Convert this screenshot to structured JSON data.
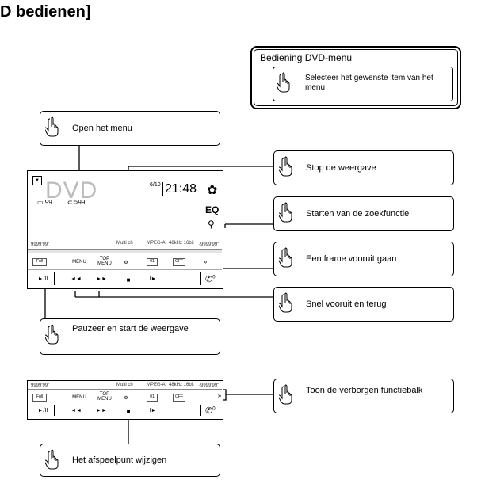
{
  "heading": "D bedienen]",
  "dvd_menu": {
    "title": "Bediening DVD-menu",
    "text": "Selecteer het gewenste item van het menu"
  },
  "callouts": {
    "open_menu": "Open het menu",
    "stop": "Stop de weergave",
    "search": "Starten van de zoekfunctie",
    "frame": "Een frame vooruit gaan",
    "fast": "Snel vooruit en terug",
    "pause": "Pauzeer en start de weergave",
    "hidden_bar": "Toon de verborgen functiebalk",
    "playpoint": "Het afspeelpunt wijzigen"
  },
  "screen": {
    "source": "DVD",
    "title_counter": "99",
    "chapter_counter": "99",
    "date": "6/10",
    "time": "21:48",
    "eq": "EQ",
    "time_left": "9999'99\"",
    "time_right": "-9999'99\"",
    "audio_channel": "Multi ch",
    "audio_format": "MPEG-A",
    "sample_rate": "48kHz 16bit",
    "buttons": {
      "full": "Full",
      "menu": "MENU",
      "top_menu": "TOP MENU",
      "angle": "01",
      "off": "OFF",
      "more": "»",
      "play_pause": "►/II",
      "rewind": "◄◄",
      "forward": "►►",
      "stop": "■",
      "frame": "I►",
      "phone_badge": "0"
    }
  }
}
